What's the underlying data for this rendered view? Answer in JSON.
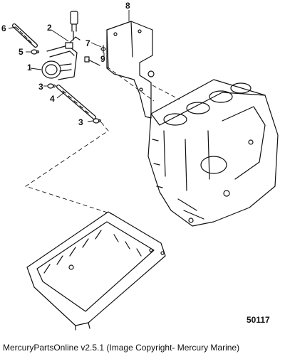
{
  "callouts": [
    "1",
    "2",
    "3",
    "3",
    "4",
    "5",
    "6",
    "7",
    "8",
    "9"
  ],
  "figure_number": "50117",
  "footer": "MercuryPartsOnline v2.5.1 (Image Copyright- Mercury Marine)"
}
